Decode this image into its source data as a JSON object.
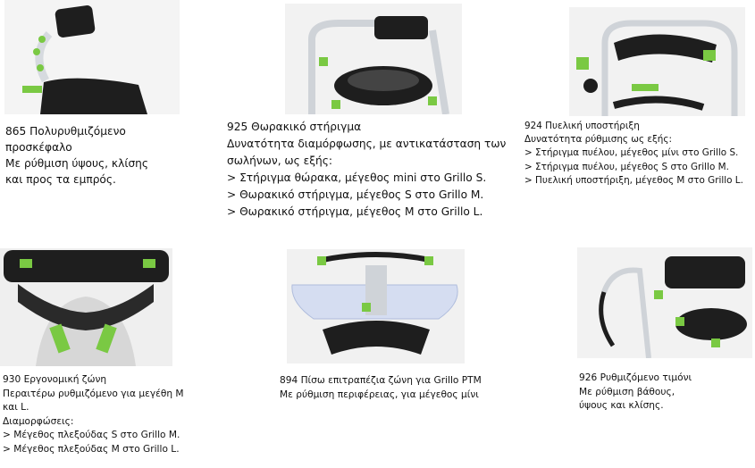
{
  "products": [
    {
      "lines": [
        "865 Πολυρυθμιζόμενο",
        "προσκέφαλο",
        "Με ρύθμιση ύψους, κλίσης",
        "και προς τα εμπρός."
      ]
    },
    {
      "lines": [
        "925 Θωρακικό στήριγμα",
        "Δυνατότητα διαμόρφωσης, με αντικατάσταση των",
        "σωλήνων, ως εξής:",
        "> Στήριγμα θώρακα, μέγεθος mini στο Grillo S.",
        "> Θωρακικό στήριγμα, μέγεθος S στο Grillo M.",
        "> Θωρακικό στήριγμα, μέγεθος M στο Grillo L."
      ]
    },
    {
      "lines": [
        "924 Πυελική υποστήριξη",
        "Δυνατότητα ρύθμισης ως εξής:",
        "> Στήριγμα πυέλου, μέγεθος μίνι στο Grillo S.",
        "> Στήριγμα πυέλου, μέγεθος S στο Grillo M.",
        "> Πυελική υποστήριξη, μέγεθος M στο Grillo L."
      ]
    },
    {
      "lines": [
        "930 Εργονομική ζώνη",
        "Περαιτέρω ρυθμιζόμενο για μεγέθη M",
        "και L.",
        "Διαμορφώσεις:",
        "> Μέγεθος πλεξούδας S στο Grillo M.",
        "> Μέγεθος πλεξούδας M στο Grillo L."
      ]
    },
    {
      "lines": [
        "894 Πίσω επιτραπέζια ζώνη για Grillo PTM",
        "Με ρύθμιση περιφέρειας, για μέγεθος μίνι"
      ]
    },
    {
      "lines": [
        "926 Ρυθμιζόμενο τιμόνι",
        "Με ρύθμιση βάθους,",
        "ύψους και κλίσης."
      ]
    }
  ],
  "colors": {
    "accent_green": "#7ac943",
    "dark": "#1e1e1e",
    "metal": "#c8ccd0"
  }
}
